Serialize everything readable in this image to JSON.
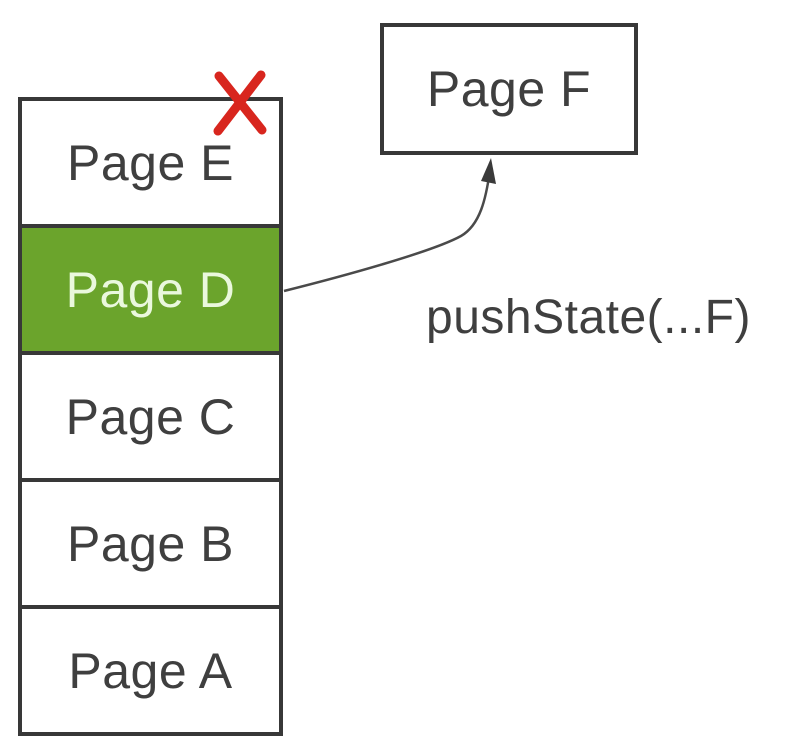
{
  "diagram": {
    "history_stack": {
      "items": [
        {
          "label": "Page E",
          "state": "deleted"
        },
        {
          "label": "Page D",
          "state": "active"
        },
        {
          "label": "Page C",
          "state": "normal"
        },
        {
          "label": "Page B",
          "state": "normal"
        },
        {
          "label": "Page A",
          "state": "normal"
        }
      ]
    },
    "new_entry_box": {
      "label": "Page F"
    },
    "annotation": {
      "label": "pushState(...F)"
    },
    "icons": {
      "red_x": "red-x-icon",
      "arrow": "curved-arrow-icon"
    },
    "colors": {
      "active_fill": "#6ba42c",
      "active_text": "#eaf8dd",
      "red_x": "#d8261e",
      "border": "#383838",
      "text": "#3f3f3f",
      "background": "#ffffff"
    }
  }
}
